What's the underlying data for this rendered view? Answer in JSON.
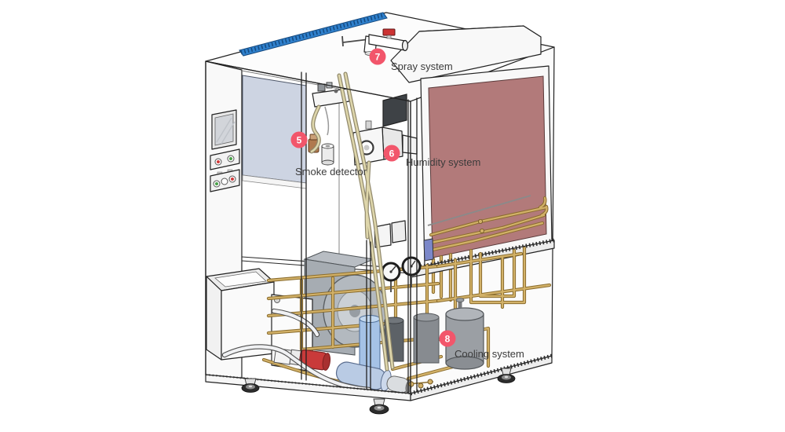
{
  "diagram": {
    "subject": "Environmental test chamber cutaway component diagram",
    "callouts": [
      {
        "number": "5",
        "label": "Smoke detector"
      },
      {
        "number": "6",
        "label": "Humidity system"
      },
      {
        "number": "7",
        "label": "Spray system"
      },
      {
        "number": "8",
        "label": "Cooling system"
      }
    ],
    "colors": {
      "background": "#ffffff",
      "outline": "#222222",
      "callout_circle": "#f2566b",
      "callout_number": "#ffffff",
      "label_text": "#3b3b3b",
      "top_seal_blue": "#2f80cc",
      "door_panel_blue": "#cdd4e2",
      "chamber_panel_maroon": "#b27a7a",
      "pipe_brass": "#d2b168",
      "tube_khaki": "#ded6ab",
      "machinery_gray": "#a6acb2",
      "compressor_gray": "#9b9fa4",
      "cylinder_blue": "#a5c2e6",
      "pump_red": "#c93a3a",
      "valve_red": "#cc3333"
    }
  }
}
